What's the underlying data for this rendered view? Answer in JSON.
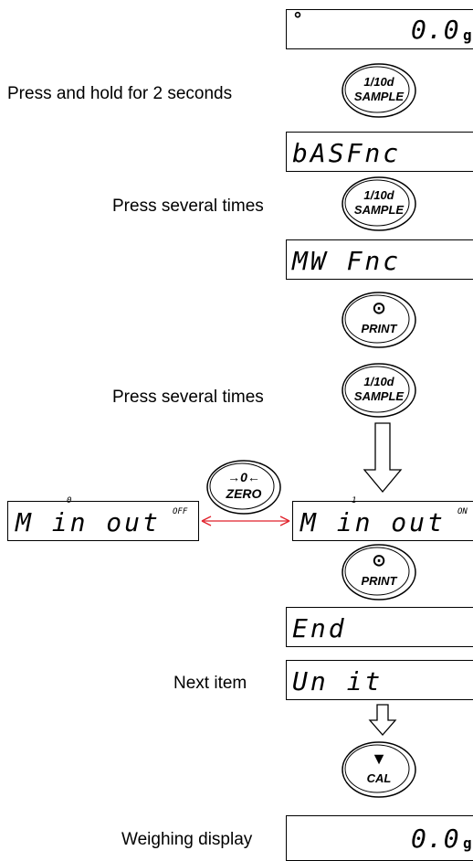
{
  "instructions": {
    "hold": "Press and hold for 2 seconds",
    "several1": "Press several times",
    "several2": "Press several times",
    "next": "Next item",
    "weigh": "Weighing display"
  },
  "displays": {
    "initial": {
      "value": "0.0",
      "unit": "g",
      "mark": "°"
    },
    "basfnc": "bASFnc",
    "mwfnc": "MW Fnc",
    "minout_off": {
      "text": "M in out",
      "sub": "0",
      "status": "OFF"
    },
    "minout_on": {
      "text": "M in out",
      "sub": "1",
      "status": "ON"
    },
    "end": "End",
    "unit": "Un it",
    "weighing": {
      "value": "0.0",
      "unit": "g"
    }
  },
  "keys": {
    "sample": {
      "top": "1/10d",
      "bottom": "SAMPLE"
    },
    "print": {
      "icon": "⊙",
      "bottom": "PRINT"
    },
    "zero": {
      "top": "→0←",
      "bottom": "ZERO"
    },
    "cal": {
      "icon": "▼",
      "bottom": "CAL"
    }
  },
  "colors": {
    "toggle_arrow": "#e0202a"
  }
}
